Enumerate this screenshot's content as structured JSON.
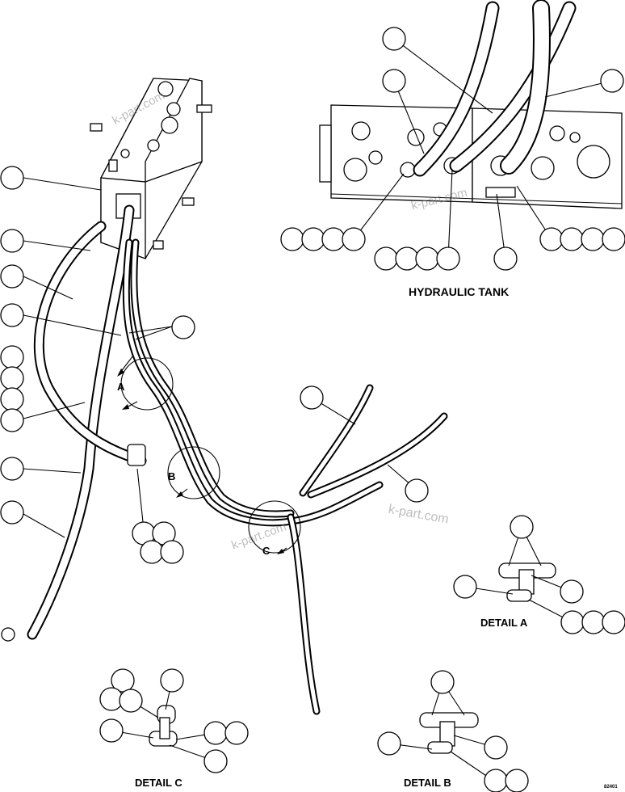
{
  "labels": {
    "hydraulic_tank": "HYDRAULIC TANK",
    "detail_a": "DETAIL A",
    "detail_b": "DETAIL B",
    "detail_c": "DETAIL C",
    "view_a": "A",
    "view_b": "B",
    "view_c": "C",
    "drawing_number": "82401"
  },
  "watermark": "k-part.com"
}
